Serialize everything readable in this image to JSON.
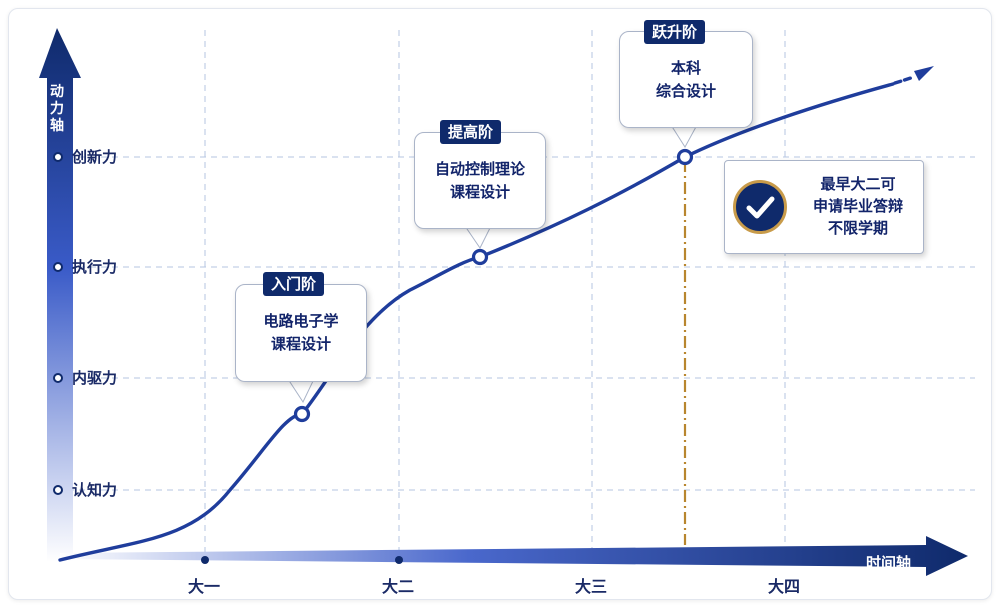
{
  "axes": {
    "y_title": "动力轴",
    "x_title": "时间轴",
    "y_levels": [
      {
        "label": "认知力",
        "value": 1
      },
      {
        "label": "内驱力",
        "value": 2
      },
      {
        "label": "执行力",
        "value": 3
      },
      {
        "label": "创新力",
        "value": 4
      }
    ],
    "x_ticks": [
      "大一",
      "大二",
      "大三",
      "大四"
    ]
  },
  "stages": [
    {
      "tag": "入门阶",
      "lines": [
        "电路电子学",
        "课程设计"
      ],
      "year": "大一"
    },
    {
      "tag": "提高阶",
      "lines": [
        "自动控制理论",
        "课程设计"
      ],
      "year": "大二"
    },
    {
      "tag": "跃升阶",
      "lines": [
        "本科",
        "综合设计"
      ],
      "year": "大三"
    }
  ],
  "note": {
    "icon": "check-icon",
    "lines": [
      "最早大二可",
      "申请毕业答辩",
      "不限学期"
    ]
  },
  "colors": {
    "primary": "#0f2a6b",
    "curve": "#1f3d9c",
    "grid": "#b6c6e2",
    "deadline": "#b8862e",
    "badge_ring": "#c89b4a"
  }
}
